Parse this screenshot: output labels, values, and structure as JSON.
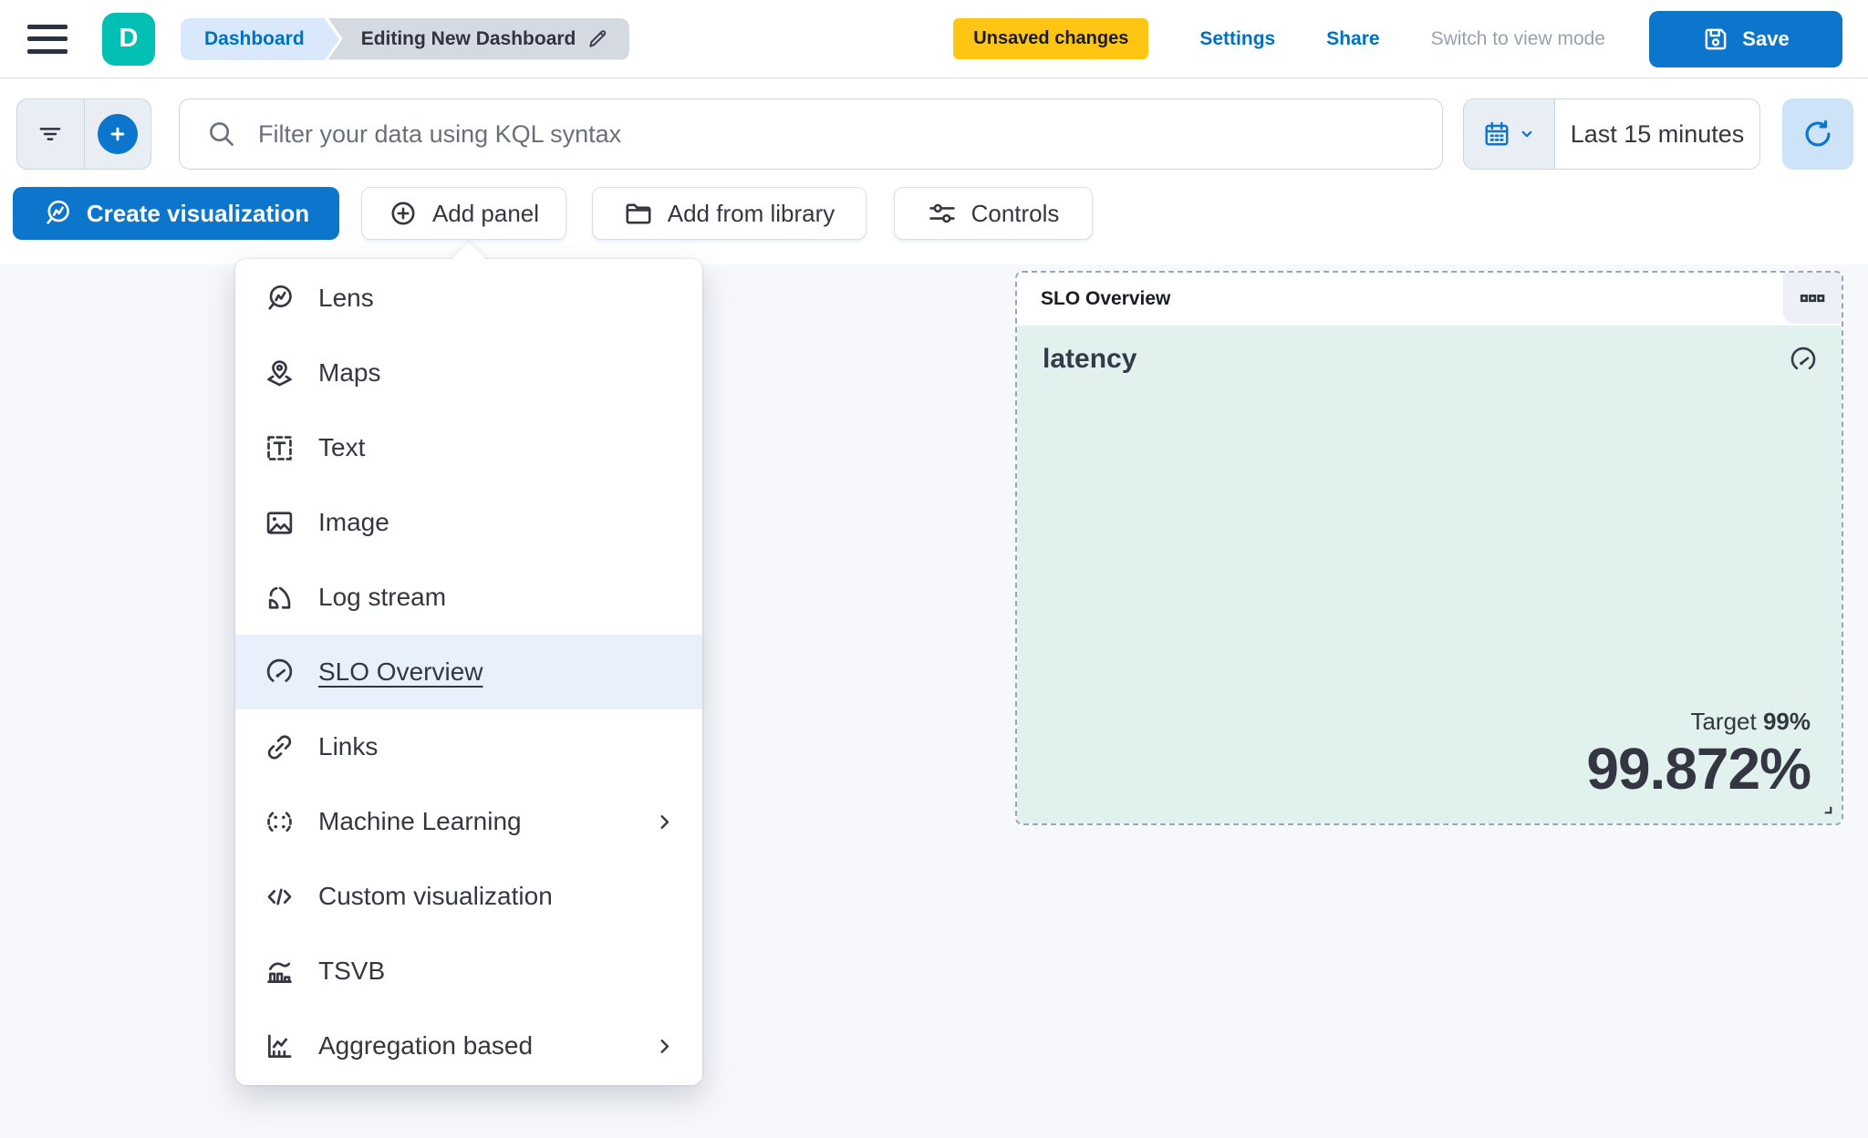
{
  "header": {
    "logo_letter": "D",
    "breadcrumbs": [
      {
        "label": "Dashboard"
      },
      {
        "label": "Editing New Dashboard"
      }
    ],
    "unsaved_badge": "Unsaved changes",
    "settings_label": "Settings",
    "share_label": "Share",
    "view_mode_label": "Switch to view mode",
    "save_label": "Save"
  },
  "filter_bar": {
    "search_placeholder": "Filter your data using KQL syntax",
    "time_range": "Last 15 minutes"
  },
  "toolbar": {
    "create_visualization": "Create visualization",
    "add_panel": "Add panel",
    "add_from_library": "Add from library",
    "controls": "Controls"
  },
  "add_panel_menu": {
    "items": [
      {
        "label": "Lens",
        "icon": "lens-icon",
        "highlighted": false,
        "has_submenu": false
      },
      {
        "label": "Maps",
        "icon": "maps-icon",
        "highlighted": false,
        "has_submenu": false
      },
      {
        "label": "Text",
        "icon": "text-icon",
        "highlighted": false,
        "has_submenu": false
      },
      {
        "label": "Image",
        "icon": "image-icon",
        "highlighted": false,
        "has_submenu": false
      },
      {
        "label": "Log stream",
        "icon": "log-stream-icon",
        "highlighted": false,
        "has_submenu": false
      },
      {
        "label": "SLO Overview",
        "icon": "gauge-icon",
        "highlighted": true,
        "has_submenu": false
      },
      {
        "label": "Links",
        "icon": "link-icon",
        "highlighted": false,
        "has_submenu": false
      },
      {
        "label": "Machine Learning",
        "icon": "machine-learning-icon",
        "highlighted": false,
        "has_submenu": true
      },
      {
        "label": "Custom visualization",
        "icon": "code-icon",
        "highlighted": false,
        "has_submenu": false
      },
      {
        "label": "TSVB",
        "icon": "tsvb-icon",
        "highlighted": false,
        "has_submenu": false
      },
      {
        "label": "Aggregation based",
        "icon": "aggregation-icon",
        "highlighted": false,
        "has_submenu": true
      }
    ]
  },
  "slo_panel": {
    "title": "SLO Overview",
    "metric_name": "latency",
    "target_label": "Target",
    "target_value": "99%",
    "value": "99.872%"
  },
  "colors": {
    "primary_blue": "#0b76cc",
    "link_blue": "#0071c2",
    "logo_teal": "#00bfb3",
    "warning_yellow": "#fec514",
    "panel_body_teal": "#e1f2ee",
    "menu_highlight": "#e7f0fb",
    "text_dark": "#343741"
  }
}
